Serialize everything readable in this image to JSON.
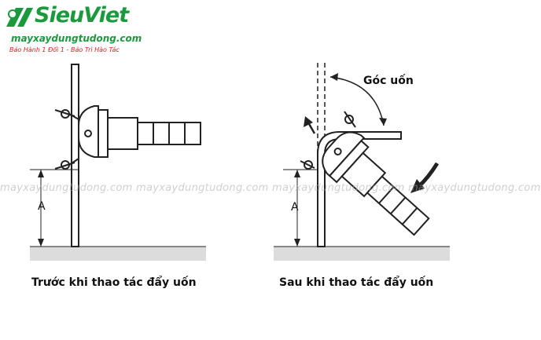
{
  "brand": {
    "name": "SieuViet",
    "site": "mayxaydungtudong.com",
    "slogan": "Bảo Hành 1 Đổi 1 - Bảo Trì Hào Tác",
    "color": "#1a9a3c",
    "slogan_color": "#d42020"
  },
  "watermark": "mayxaydungtudong.com mayxaydungtudong.com mayxaydungtudong.com mayxaydungtudong.com",
  "diagram": {
    "before_caption": "Trước khi thao tác đẩy uốn",
    "after_caption": "Sau khi thao tác đẩy uốn",
    "angle_label": "Góc uốn",
    "dimension_left": "A",
    "dimension_right": "A"
  }
}
